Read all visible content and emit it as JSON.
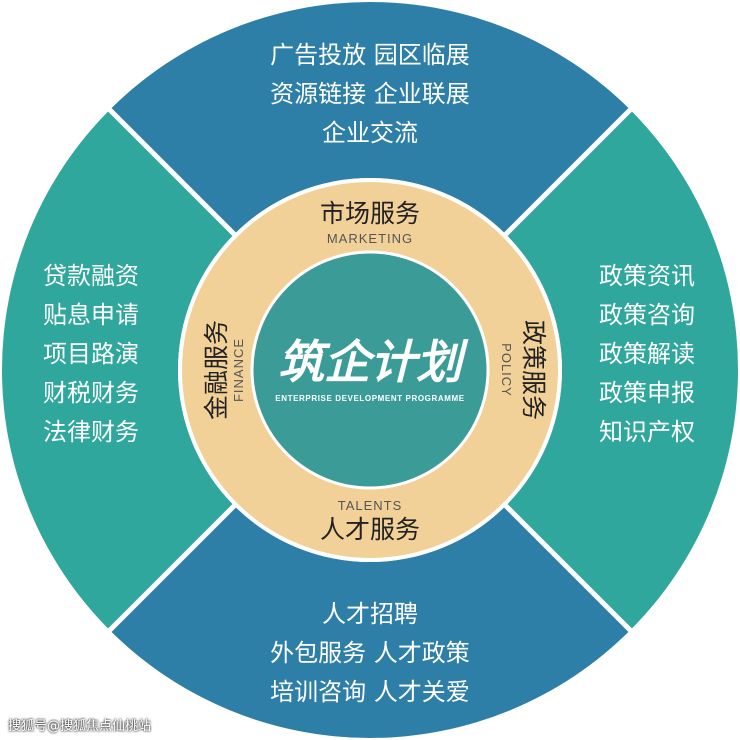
{
  "colors": {
    "top": "#2e7fa8",
    "bottom": "#2e7fa8",
    "left": "#2fa79d",
    "right": "#2fa79d",
    "ring": "#f2d199",
    "center": "#3b9c97",
    "white": "#ffffff",
    "ring_text": "#222222",
    "ring_sub": "#555555"
  },
  "sections": {
    "top": [
      "广告投放  园区临展",
      "资源链接  企业联展",
      "企业交流"
    ],
    "left": [
      "贷款融资",
      "贴息申请",
      "项目路演",
      "财税财务",
      "法律财务"
    ],
    "right": [
      "政策资讯",
      "政策咨询",
      "政策解读",
      "政策申报",
      "知识产权"
    ],
    "bottom": [
      "人才招聘",
      "外包服务  人才政策",
      "培训咨询  人才关爱"
    ]
  },
  "ring": {
    "top": {
      "title": "市场服务",
      "subtitle": "MARKETING"
    },
    "right": {
      "title": "政策服务",
      "subtitle": "POLICY"
    },
    "bottom": {
      "title": "人才服务",
      "subtitle": "TALENTS"
    },
    "left": {
      "title": "金融服务",
      "subtitle": "FINANCE"
    }
  },
  "center": {
    "title": "筑企计划",
    "subtitle": "ENTERPRISE DEVELOPMENT PROGRAMME"
  },
  "watermark": "搜狐号@搜狐焦点仙桃站"
}
